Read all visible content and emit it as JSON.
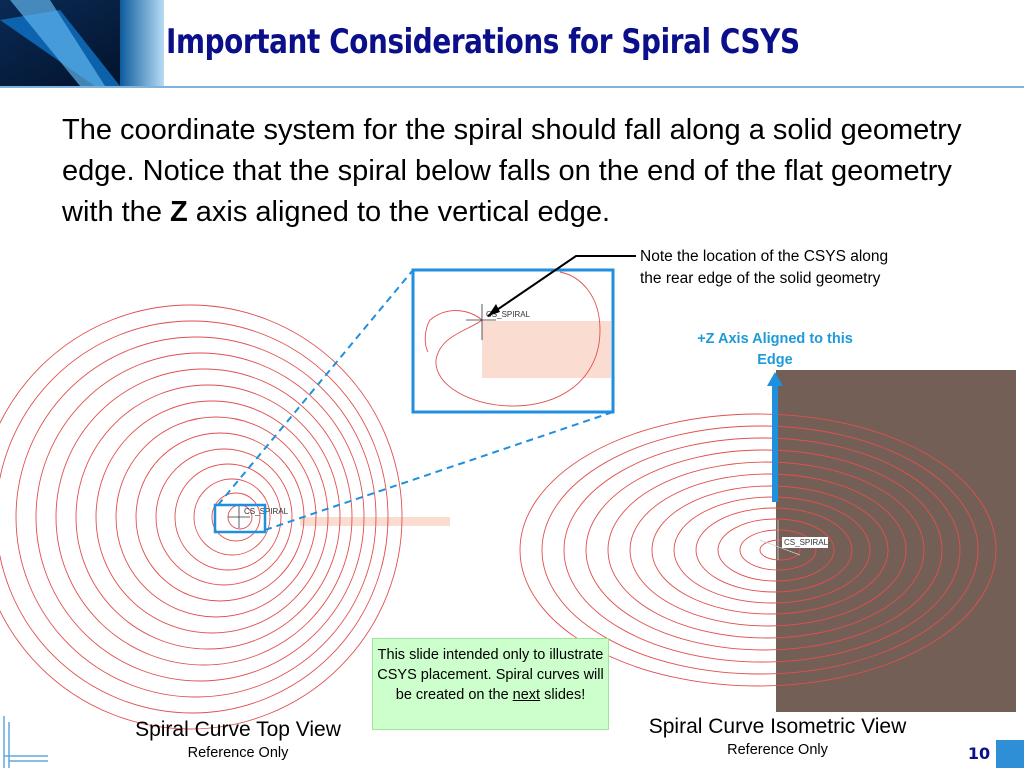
{
  "slide": {
    "title": "Important Considerations for Spiral CSYS",
    "body_before_bold": "The coordinate system for the spiral should fall along a solid geometry edge. Notice that the spiral below falls on the end of the flat geometry with the ",
    "body_bold": "Z",
    "body_after_bold": " axis aligned to the vertical edge.",
    "note": "Note the location of the CSYS along the rear edge of the solid geometry",
    "z_axis_label": "+Z Axis Aligned to this Edge",
    "csys_label": "CS_SPIRAL",
    "info_box": {
      "before_link": "This slide intended only to illustrate CSYS placement. Spiral curves will be created on the ",
      "link": "next",
      "after_link": " slides!"
    },
    "caption_left": {
      "title": "Spiral Curve Top View",
      "sub": "Reference Only"
    },
    "caption_right": {
      "title": "Spiral Curve Isometric View",
      "sub": "Reference Only"
    },
    "page_number": "10",
    "colors": {
      "title": "#0b0f8a",
      "spiral": "#e05050",
      "accent_blue": "#1f8fde",
      "solid_fill": "#735f55",
      "flat_geometry": "#fbdcd0",
      "info_bg": "#ccffcc"
    }
  }
}
